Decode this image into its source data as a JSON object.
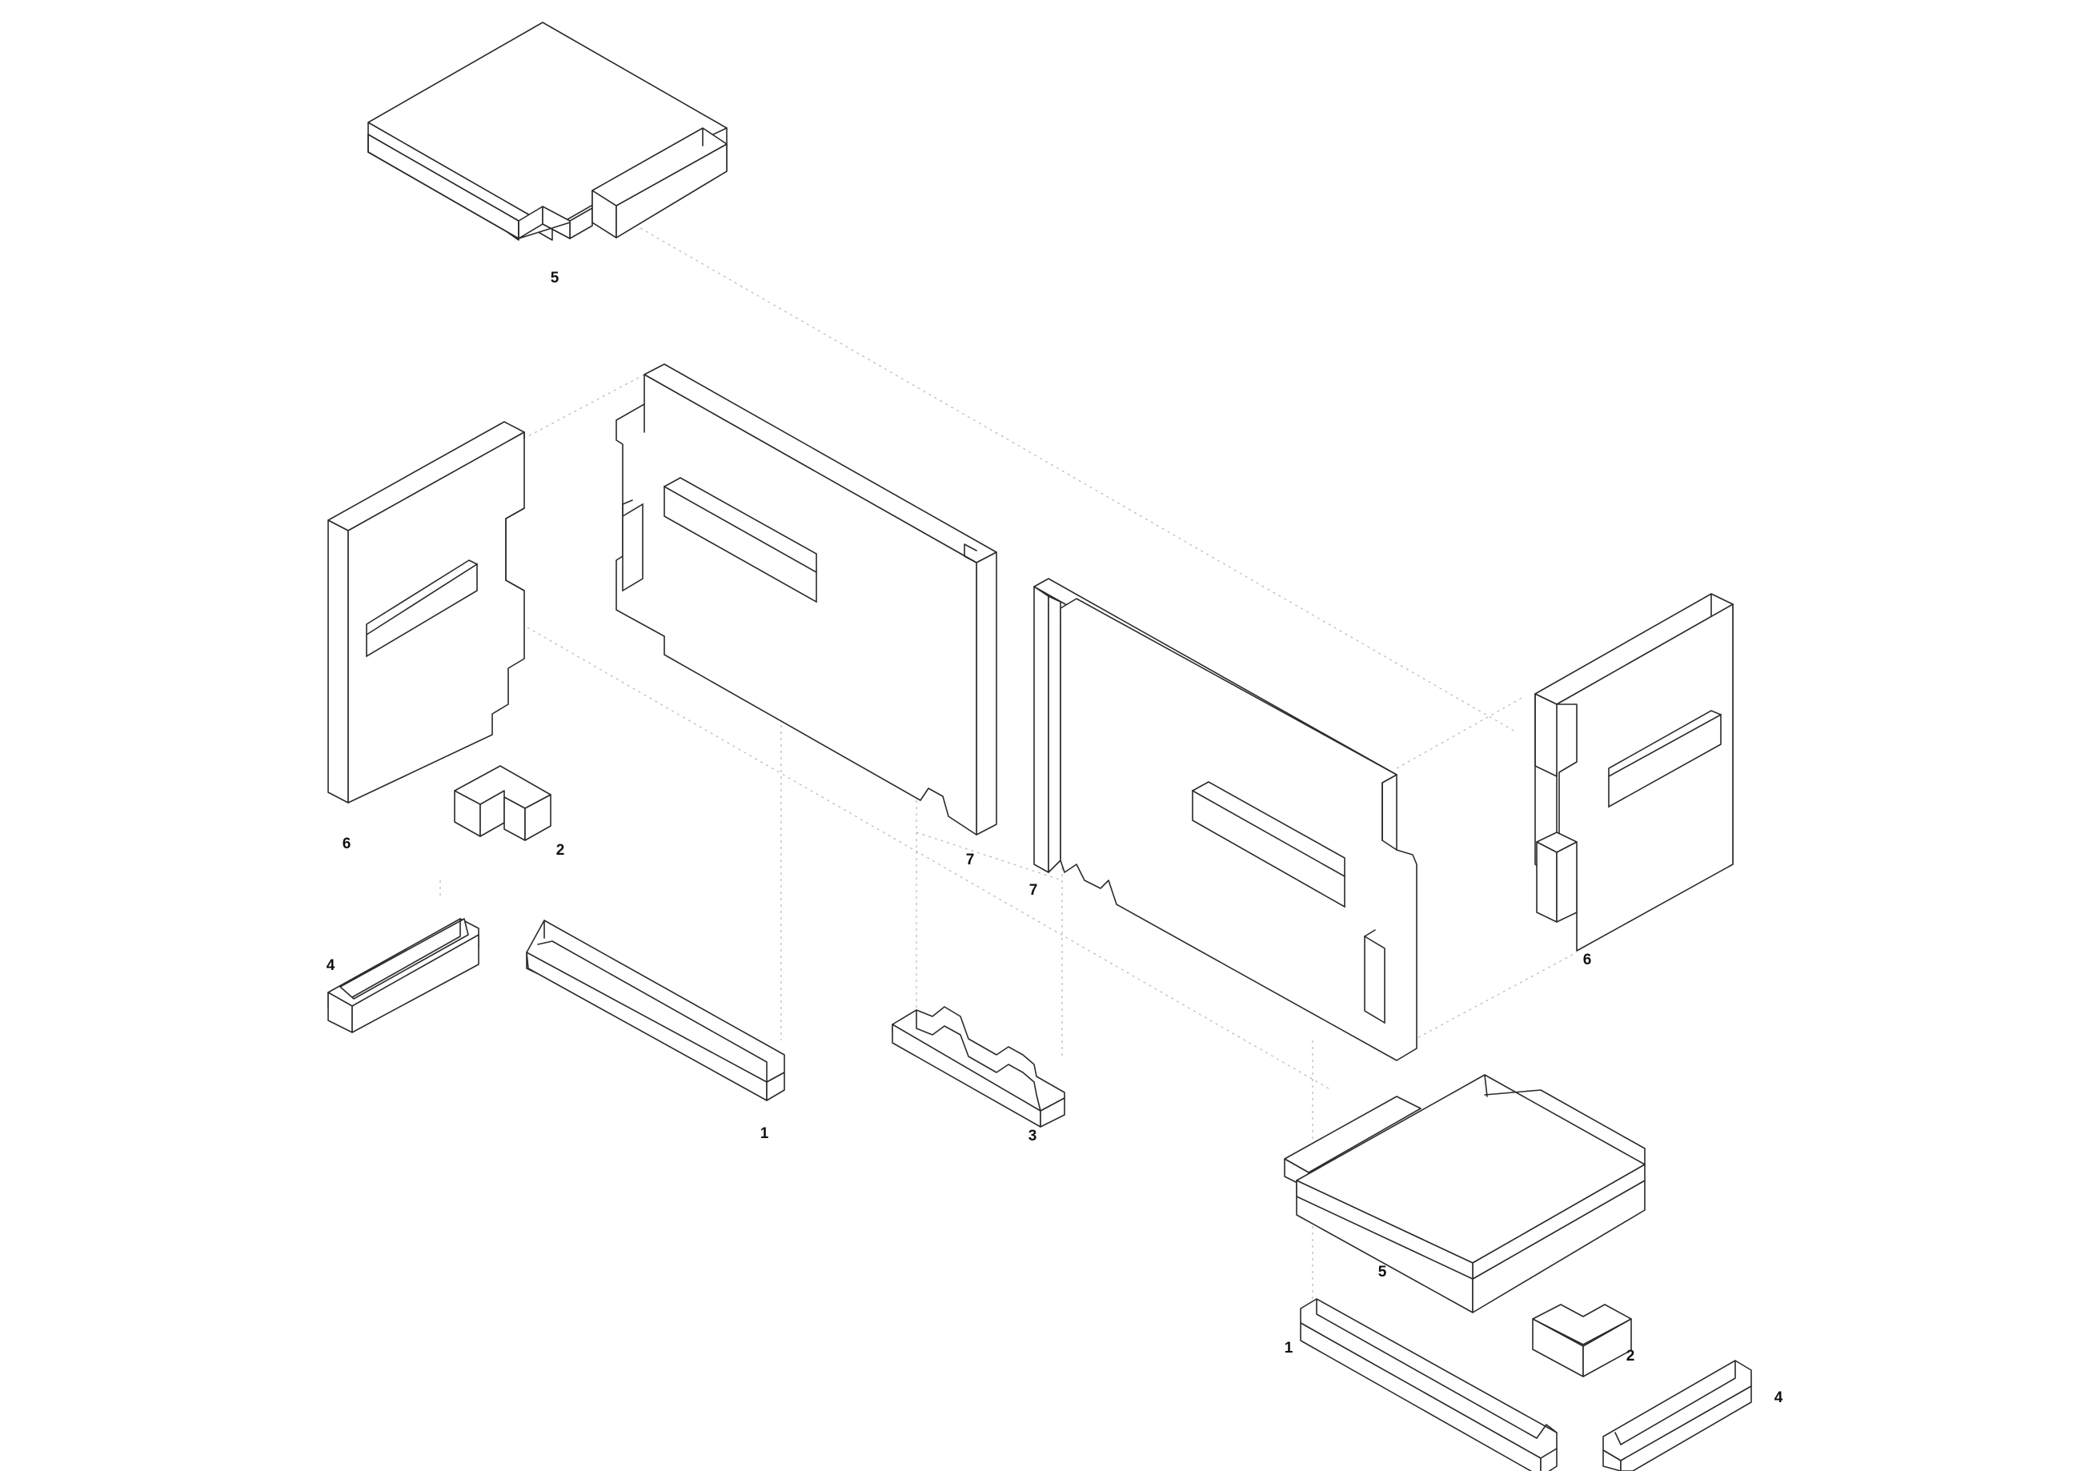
{
  "labels": {
    "top_slab": "5",
    "left_end_panel": "6",
    "left_corner_block": "2",
    "left_short_rail": "4",
    "left_long_rail": "1",
    "joint_left": "7",
    "joint_right": "7",
    "connector_beam": "3",
    "right_end_panel": "6",
    "bottom_slab": "5",
    "right_long_rail": "1",
    "right_corner_block": "2",
    "right_short_rail": "4"
  },
  "colors": {
    "stroke": "#2a2a2a",
    "guide": "#b8b8b8",
    "background": "#ffffff"
  }
}
